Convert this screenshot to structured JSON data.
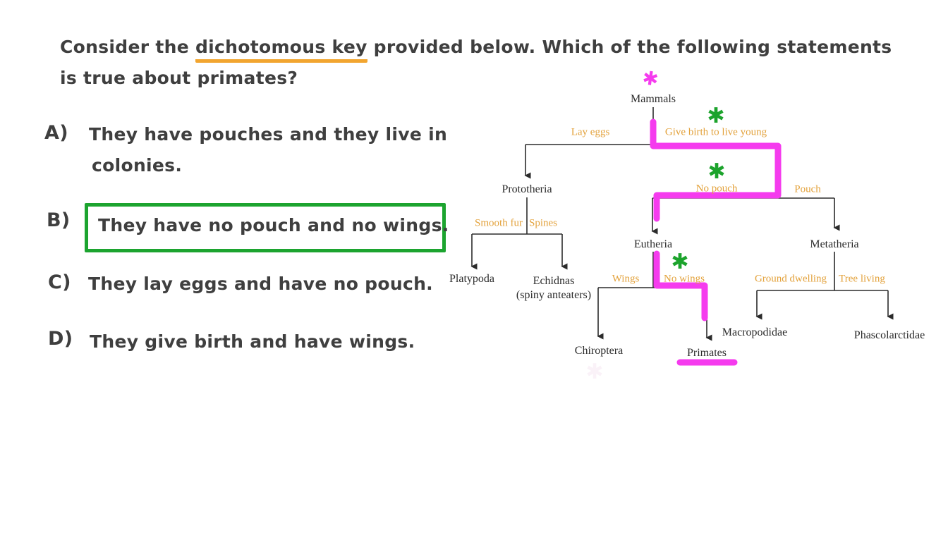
{
  "question": {
    "line1_pre": "Consider the ",
    "line1_highlight": "dichotomous key",
    "line1_post": " provided below. Which of the following statements",
    "line2": "is true about primates?"
  },
  "options": [
    {
      "marker": "A)",
      "lines": [
        "They have pouches and they live in",
        "colonies."
      ],
      "boxed": false
    },
    {
      "marker": "B)",
      "lines": [
        "They have no pouch and no wings."
      ],
      "boxed": true
    },
    {
      "marker": "C)",
      "lines": [
        "They lay eggs and have no pouch."
      ],
      "boxed": false
    },
    {
      "marker": "D)",
      "lines": [
        "They give birth and have wings."
      ],
      "boxed": false
    }
  ],
  "tree": {
    "nodes": {
      "mammals": "Mammals",
      "prototheria": "Prototheria",
      "eutheria": "Eutheria",
      "metatheria": "Metatheria",
      "platypoda": "Platypoda",
      "echidnas": "Echidnas",
      "echidnas_sub": "(spiny anteaters)",
      "chiroptera": "Chiroptera",
      "primates": "Primates",
      "macropodidae": "Macropodidae",
      "phascolarctidae": "Phascolarctidae"
    },
    "conditions": {
      "lay_eggs": "Lay eggs",
      "give_birth": "Give birth to live young",
      "no_pouch": "No pouch",
      "pouch": "Pouch",
      "smooth_fur": "Smooth fur",
      "spines": "Spines",
      "wings": "Wings",
      "no_wings": "No wings",
      "ground_dwelling": "Ground dwelling",
      "tree_living": "Tree living"
    },
    "mark_glyph": "✱"
  },
  "colors": {
    "magenta": "#F53BEE",
    "green": "#1CA32C",
    "label_orange": "#E3A23C",
    "underline_orange": "#F2A52F",
    "ink": "#3F3F3F",
    "tree_ink": "#2B2B2B",
    "box_green": "#1CA42F"
  }
}
